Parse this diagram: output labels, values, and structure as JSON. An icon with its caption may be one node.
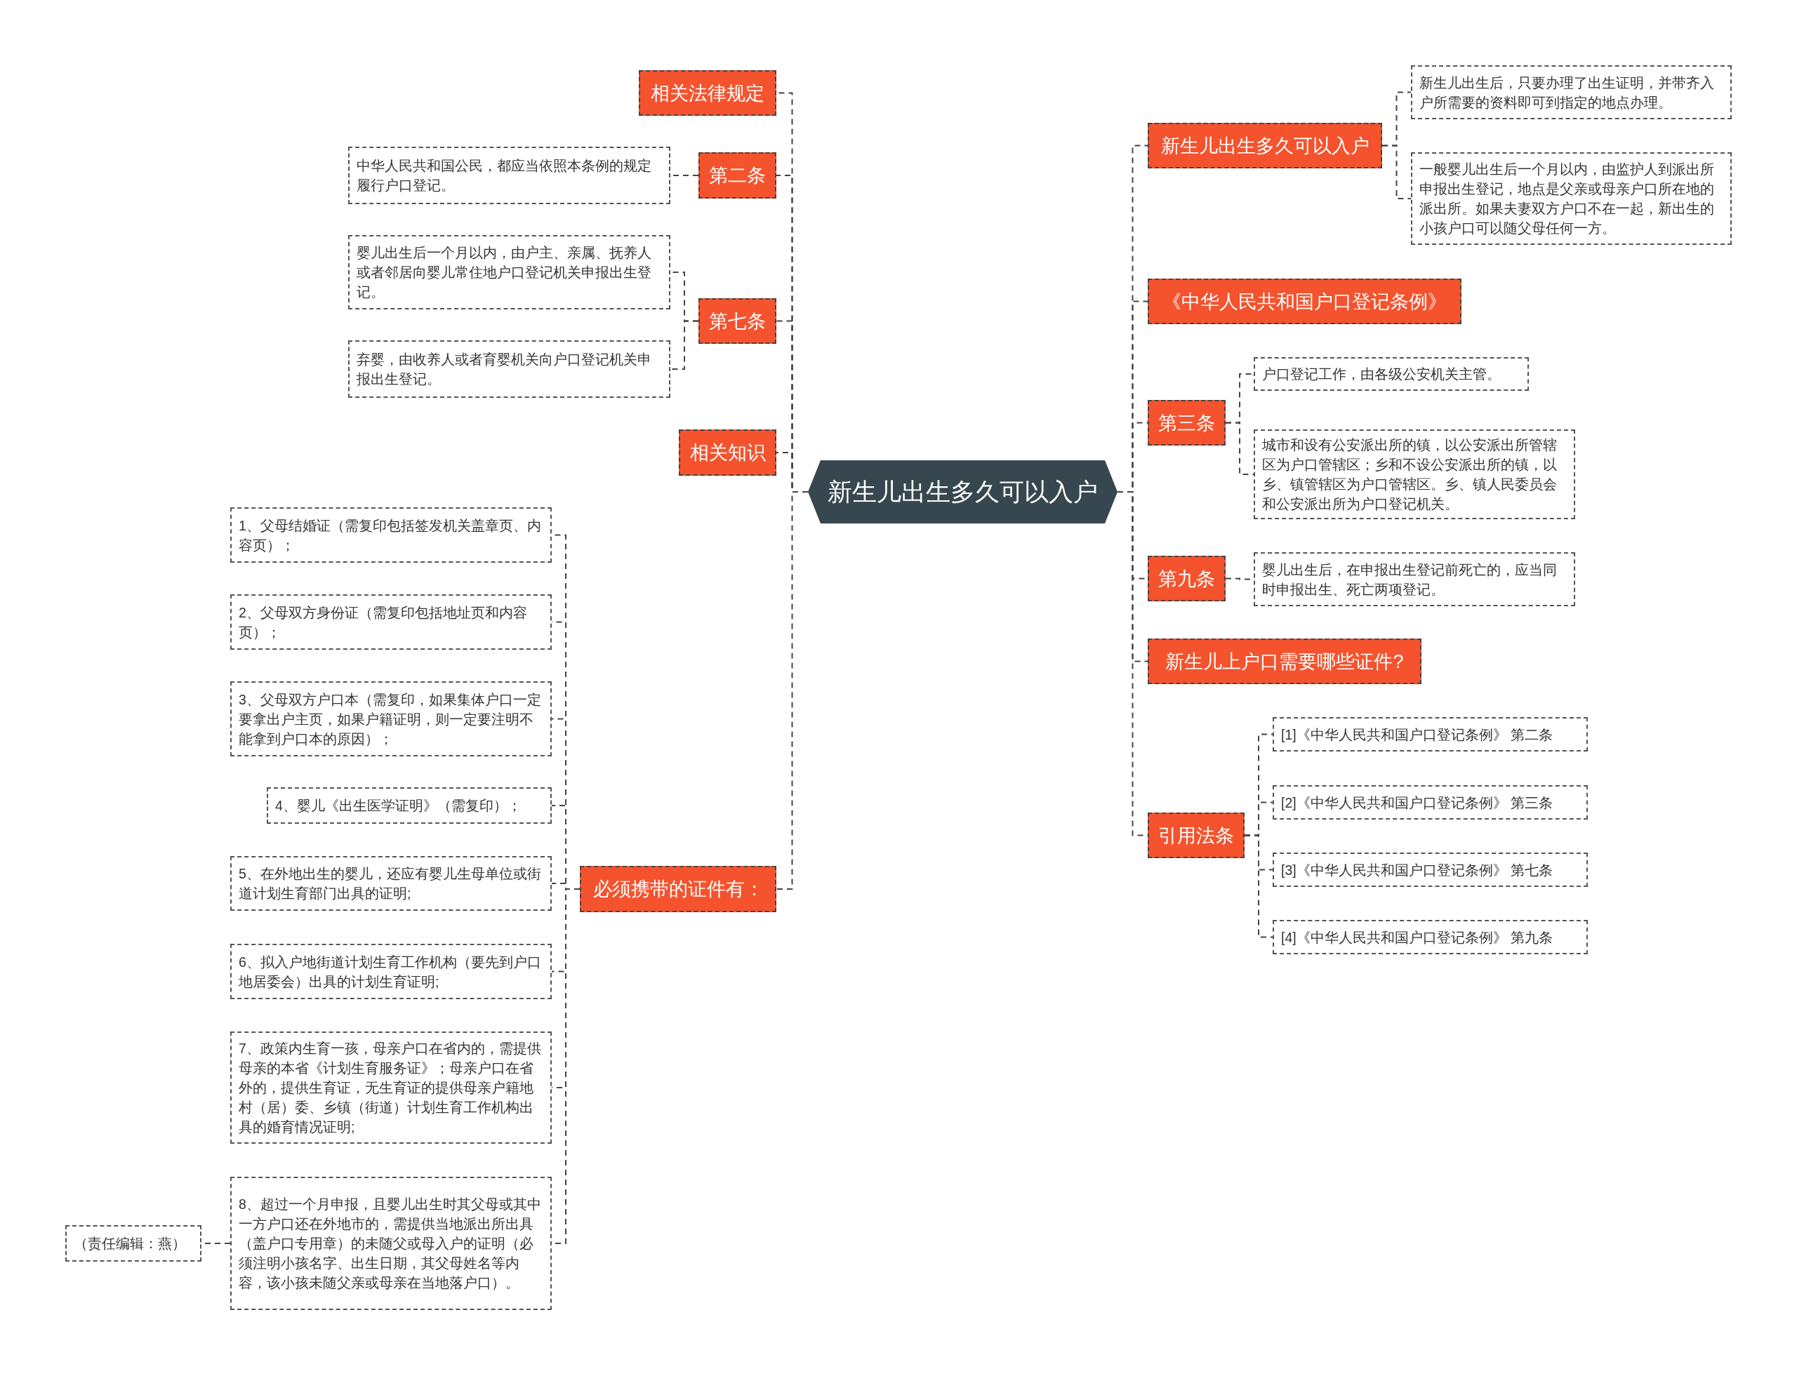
{
  "diagram": {
    "nodes": [
      {
        "text": [
          "新生儿出生多久可以入户"
        ]
      },
      {
        "text": [
          "相关法律规定"
        ]
      },
      {
        "text": [
          "第二条"
        ]
      },
      {
        "text": [
          "中华人民共和国公民，都应当依照本条例的规定履行户口登记。"
        ]
      },
      {
        "text": [
          "第七条"
        ]
      },
      {
        "text": [
          "婴儿出生后一个月以内，由户主、亲属、抚养人或者邻居向婴儿常住地户口登记机关申报出生登记。"
        ]
      },
      {
        "text": [
          "弃婴，由收养人或者育婴机关向户口登记机关申报出生登记。"
        ]
      },
      {
        "text": [
          "相关知识"
        ]
      },
      {
        "text": [
          "必须携带的证件有："
        ]
      },
      {
        "text": [
          "1、父母结婚证（需复印包括签发机关盖章页、内容页）；"
        ]
      },
      {
        "text": [
          "2、父母双方身份证（需复印包括地址页和内容页）；"
        ]
      },
      {
        "text": [
          "3、父母双方户口本（需复印，如果集体户口一定要拿出户主页，如果户籍证明，则一定要注明不能拿到户口本的原因）；"
        ]
      },
      {
        "text": [
          "4、婴儿《出生医学证明》（需复印）；"
        ]
      },
      {
        "text": [
          "5、在外地出生的婴儿，还应有婴儿生母单位或街道计划生育部门出具的证明;"
        ]
      },
      {
        "text": [
          "6、拟入户地街道计划生育工作机构（要先到户口地居委会）出具的计划生育证明;"
        ]
      },
      {
        "text": [
          "7、政策内生育一孩，母亲户口在省内的，需提供母亲的本省《计划生育服务证》；母亲户口在省外的，提供生育证，无生育证的提供母亲户籍地村（居）委、乡镇（街道）计划生育工作机构出具的婚育情况证明;"
        ]
      },
      {
        "text": [
          "8、超过一个月申报，且婴儿出生时其父母或其中一方户口还在外地市的，需提供当地派出所出具（盖户口专用章）的未随父或母入户的证明（必须注明小孩名字、出生日期，其父母姓名等内容，该小孩未随父亲或母亲在当地落户口）。"
        ]
      },
      {
        "text": [
          "（责任编辑：燕）"
        ]
      },
      {
        "text": [
          "新生儿出生多久可以入户"
        ]
      },
      {
        "text": [
          "新生儿出生后，只要办理了出生证明，并带齐入户所需要的资料即可到指定的地点办理。"
        ]
      },
      {
        "text": [
          "一般婴儿出生后一个月以内，由监护人到派出所申报出生登记，地点是父亲或母亲户口所在地的派出所。如果夫妻双方户口不在一起，新出生的小孩户口可以随父母任何一方。"
        ]
      },
      {
        "text": [
          "《中华人民共和国户口登记条例》"
        ]
      },
      {
        "text": [
          "第三条"
        ]
      },
      {
        "text": [
          "户口登记工作，由各级公安机关主管。"
        ]
      },
      {
        "text": [
          "城市和设有公安派出所的镇，以公安派出所管辖区为户口管辖区；乡和不设公安派出所的镇，以乡、镇管辖区为户口管辖区。乡、镇人民委员会和公安派出所为户口登记机关。"
        ]
      },
      {
        "text": [
          "第九条"
        ]
      },
      {
        "text": [
          "婴儿出生后，在申报出生登记前死亡的，应当同时申报出生、死亡两项登记。"
        ]
      },
      {
        "text": [
          "新生儿上户口需要哪些证件?"
        ]
      },
      {
        "text": [
          "引用法条"
        ]
      },
      {
        "text": [
          "[1]《中华人民共和国户口登记条例》 第二条"
        ]
      },
      {
        "text": [
          "[2]《中华人民共和国户口登记条例》 第三条"
        ]
      },
      {
        "text": [
          "[3]《中华人民共和国户口登记条例》 第七条"
        ]
      },
      {
        "text": [
          "[4]《中华人民共和国户口登记条例》 第九条"
        ]
      }
    ],
    "edges": [
      {
        "from": 0,
        "to": 1,
        "arrow": "none"
      },
      {
        "from": 0,
        "to": 2,
        "arrow": "none"
      },
      {
        "from": 2,
        "to": 3,
        "arrow": "none"
      },
      {
        "from": 0,
        "to": 4,
        "arrow": "none"
      },
      {
        "from": 4,
        "to": 5,
        "arrow": "none"
      },
      {
        "from": 4,
        "to": 6,
        "arrow": "none"
      },
      {
        "from": 0,
        "to": 7,
        "arrow": "none"
      },
      {
        "from": 0,
        "to": 8,
        "arrow": "none"
      },
      {
        "from": 8,
        "to": 9,
        "arrow": "none"
      },
      {
        "from": 8,
        "to": 10,
        "arrow": "none"
      },
      {
        "from": 8,
        "to": 11,
        "arrow": "none"
      },
      {
        "from": 8,
        "to": 12,
        "arrow": "none"
      },
      {
        "from": 8,
        "to": 13,
        "arrow": "none"
      },
      {
        "from": 8,
        "to": 14,
        "arrow": "none"
      },
      {
        "from": 8,
        "to": 15,
        "arrow": "none"
      },
      {
        "from": 8,
        "to": 16,
        "arrow": "none"
      },
      {
        "from": 16,
        "to": 17,
        "arrow": "none"
      },
      {
        "from": 0,
        "to": 18,
        "arrow": "none"
      },
      {
        "from": 18,
        "to": 19,
        "arrow": "none"
      },
      {
        "from": 18,
        "to": 20,
        "arrow": "none"
      },
      {
        "from": 0,
        "to": 21,
        "arrow": "none"
      },
      {
        "from": 0,
        "to": 22,
        "arrow": "none"
      },
      {
        "from": 22,
        "to": 23,
        "arrow": "none"
      },
      {
        "from": 22,
        "to": 24,
        "arrow": "none"
      },
      {
        "from": 0,
        "to": 25,
        "arrow": "none"
      },
      {
        "from": 25,
        "to": 26,
        "arrow": "none"
      },
      {
        "from": 0,
        "to": 27,
        "arrow": "none"
      },
      {
        "from": 0,
        "to": 28,
        "arrow": "none"
      },
      {
        "from": 28,
        "to": 29,
        "arrow": "none"
      },
      {
        "from": 28,
        "to": 30,
        "arrow": "none"
      },
      {
        "from": 28,
        "to": 31,
        "arrow": "none"
      },
      {
        "from": 28,
        "to": 32,
        "arrow": "none"
      }
    ]
  }
}
